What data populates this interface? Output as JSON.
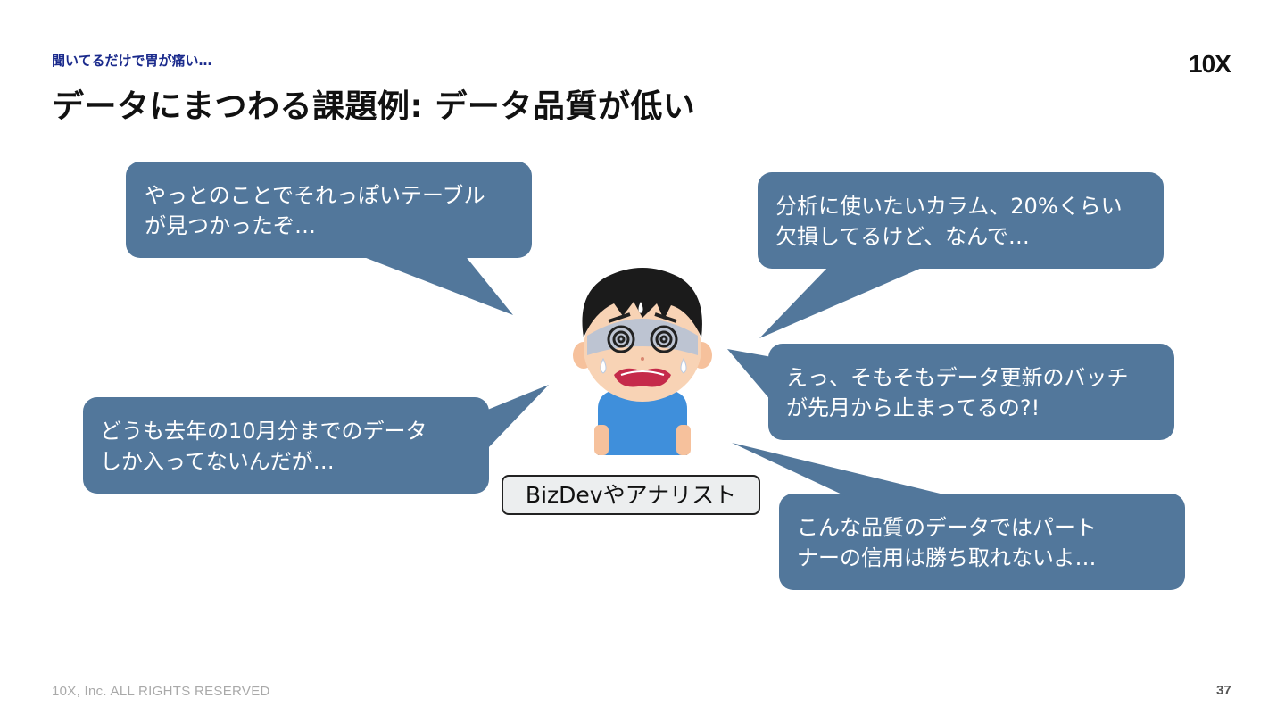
{
  "header": {
    "subtitle": "聞いてるだけで胃が痛い…",
    "title": "データにまつわる課題例: データ品質が低い",
    "logo": "10X"
  },
  "bubbles": [
    {
      "text": "やっとのことでそれっぽいテーブル\nが見つかったぞ…"
    },
    {
      "text": "分析に使いたいカラム、20%くらい\n欠損してるけど、なんで…"
    },
    {
      "text": "えっ、そもそもデータ更新のバッチ\nが先月から止まってるの?!"
    },
    {
      "text": "どうも去年の10月分までのデータ\nしか入ってないんだが…"
    },
    {
      "text": "こんな品質のデータではパート\nナーの信用は勝ち取れないよ…"
    }
  ],
  "persona_label": "BizDevやアナリスト",
  "colors": {
    "bubble": "#52779b",
    "title": "#111111",
    "subtitle": "#1a2a8c"
  },
  "footer": {
    "copyright": "10X, Inc. ALL RIGHTS RESERVED",
    "page": "37"
  }
}
